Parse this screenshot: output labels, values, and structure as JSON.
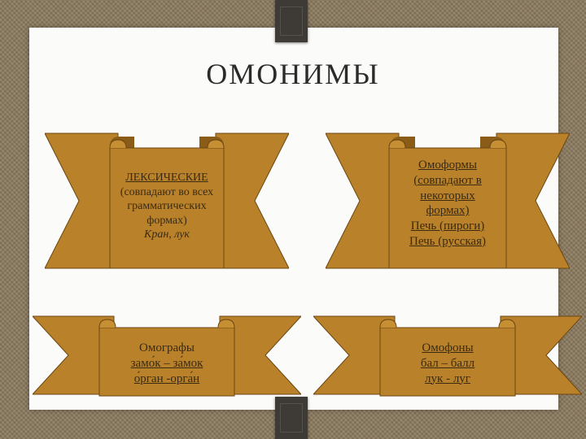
{
  "slide": {
    "title": "ОМОНИМЫ",
    "colors": {
      "banner_fill": "#b9822a",
      "banner_stroke": "#6b4512",
      "paper": "#fbfbf9",
      "text": "#3a2a12"
    },
    "banners": {
      "lexical": {
        "heading": "ЛЕКСИЧЕСКИЕ",
        "line1": "(совпадают во всех",
        "line2": "грамматических",
        "line3": "формах)",
        "example": "Кран, лук"
      },
      "homoforms": {
        "heading": "Омоформы",
        "line1": "(совпадают в",
        "line2": "некоторых",
        "line3": "формах)",
        "example1": "Печь (пироги)",
        "example2": "Печь (русская)"
      },
      "homographs": {
        "heading": "Омографы",
        "example1": "замо́к – за́мок",
        "example2": "о́рган -орга́н"
      },
      "homophones": {
        "heading": "Омофоны",
        "example1": "бал – балл",
        "example2": "лук - луг"
      }
    }
  }
}
